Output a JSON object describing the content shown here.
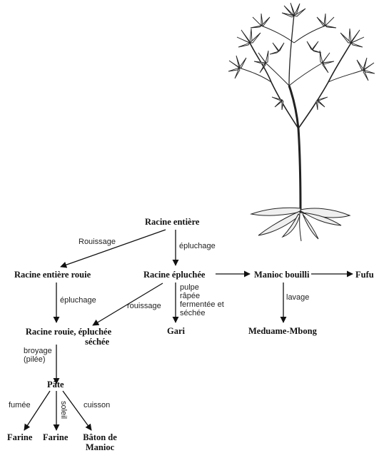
{
  "nodes": {
    "racine_entiere": "Racine entière",
    "racine_entiere_rouie": "Racine entière rouie",
    "racine_epluchee": "Racine épluchée",
    "manioc_bouilli": "Manioc bouilli",
    "fufu": "Fufu",
    "racine_rouie_epluchee_line1": "Racine rouie, épluchée",
    "racine_rouie_epluchee_line2": "séchée",
    "gari": "Gari",
    "meduame_mbong": "Meduame-Mbong",
    "pate": "Pâte",
    "farine_1": "Farine",
    "farine_2": "Farine",
    "baton_line1": "Bâton de",
    "baton_line2": "Manioc"
  },
  "edges": {
    "rouissage_1": "Rouissage",
    "epluchage_1": "épluchage",
    "epluchage_2": "épluchage",
    "rouissage_2": "rouissage",
    "gari_process_1": "pulpe",
    "gari_process_2": "râpée",
    "gari_process_3": "fermentée et",
    "gari_process_4": "séchée",
    "lavage": "lavage",
    "broyage_1": "broyage",
    "broyage_2": "(pilée)",
    "fumee": "fumée",
    "soleil": "soleil",
    "cuisson": "cuisson"
  }
}
